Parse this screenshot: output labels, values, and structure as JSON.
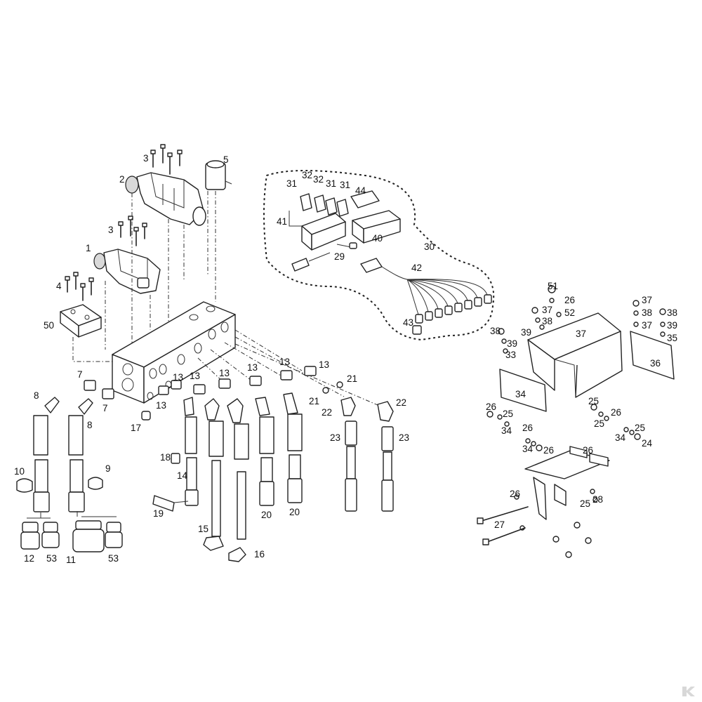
{
  "callouts": [
    {
      "text": "1"
    },
    {
      "text": "2"
    },
    {
      "text": "3"
    },
    {
      "text": "3"
    },
    {
      "text": "4"
    },
    {
      "text": "5"
    },
    {
      "text": "50"
    },
    {
      "text": "7"
    },
    {
      "text": "7"
    },
    {
      "text": "8"
    },
    {
      "text": "8"
    },
    {
      "text": "9"
    },
    {
      "text": "10"
    },
    {
      "text": "12"
    },
    {
      "text": "53"
    },
    {
      "text": "11"
    },
    {
      "text": "53"
    },
    {
      "text": "13"
    },
    {
      "text": "13"
    },
    {
      "text": "13"
    },
    {
      "text": "13"
    },
    {
      "text": "13"
    },
    {
      "text": "13"
    },
    {
      "text": "13"
    },
    {
      "text": "17"
    },
    {
      "text": "18"
    },
    {
      "text": "14"
    },
    {
      "text": "19"
    },
    {
      "text": "15"
    },
    {
      "text": "16"
    },
    {
      "text": "20"
    },
    {
      "text": "20"
    },
    {
      "text": "21"
    },
    {
      "text": "21"
    },
    {
      "text": "22"
    },
    {
      "text": "22"
    },
    {
      "text": "23"
    },
    {
      "text": "23"
    },
    {
      "text": "31"
    },
    {
      "text": "32"
    },
    {
      "text": "32"
    },
    {
      "text": "31"
    },
    {
      "text": "31"
    },
    {
      "text": "44"
    },
    {
      "text": "41"
    },
    {
      "text": "40"
    },
    {
      "text": "29"
    },
    {
      "text": "30"
    },
    {
      "text": "42"
    },
    {
      "text": "43"
    },
    {
      "text": "51"
    },
    {
      "text": "26"
    },
    {
      "text": "52"
    },
    {
      "text": "37"
    },
    {
      "text": "38"
    },
    {
      "text": "39"
    },
    {
      "text": "37"
    },
    {
      "text": "38"
    },
    {
      "text": "39"
    },
    {
      "text": "33"
    },
    {
      "text": "37"
    },
    {
      "text": "38"
    },
    {
      "text": "37"
    },
    {
      "text": "38"
    },
    {
      "text": "39"
    },
    {
      "text": "35"
    },
    {
      "text": "36"
    },
    {
      "text": "34"
    },
    {
      "text": "26"
    },
    {
      "text": "25"
    },
    {
      "text": "34"
    },
    {
      "text": "25"
    },
    {
      "text": "26"
    },
    {
      "text": "25"
    },
    {
      "text": "26"
    },
    {
      "text": "34"
    },
    {
      "text": "26"
    },
    {
      "text": "25"
    },
    {
      "text": "34"
    },
    {
      "text": "24"
    },
    {
      "text": "26"
    },
    {
      "text": "26"
    },
    {
      "text": "25"
    },
    {
      "text": "28"
    },
    {
      "text": "27"
    }
  ]
}
